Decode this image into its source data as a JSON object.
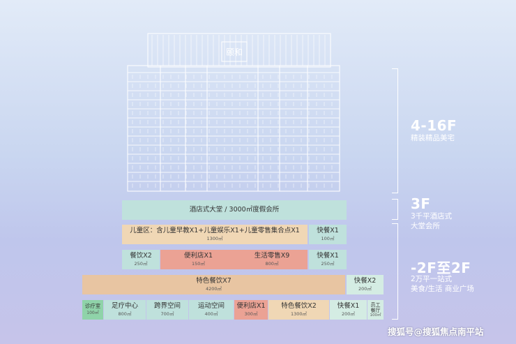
{
  "building": {
    "brand": "颐和"
  },
  "floors": [
    {
      "level": "4-16F",
      "desc": [
        "精装精品美宅"
      ]
    },
    {
      "level": "3F",
      "desc": [
        "3千平酒店式",
        "大堂会所"
      ]
    },
    {
      "level": "-2F至2F",
      "desc": [
        "2万平一站式",
        "美食/生活 商业广场"
      ]
    }
  ],
  "rows": [
    [
      {
        "title": "酒店式大堂 / 3000㎡度假会所",
        "area": "",
        "color": "#bfe1dc"
      }
    ],
    [
      {
        "title": "儿童区：含儿童早教X1+儿童娱乐X1+儿童零售集合点X1",
        "area": "1300㎡",
        "color": "#f0d7b5"
      },
      {
        "title": "快餐X1",
        "area": "100㎡",
        "color": "#bfe1dc"
      }
    ],
    [
      {
        "title": "餐饮X2",
        "area": "250㎡",
        "color": "#bfe1dc"
      },
      {
        "title": "便利店X1",
        "area": "150㎡",
        "color": "#eba294"
      },
      {
        "title": "生活零售X9",
        "area": "800㎡",
        "color": "#eba294"
      },
      {
        "title": "快餐X1",
        "area": "250㎡",
        "color": "#bfe1dc"
      }
    ],
    [
      {
        "title": "特色餐饮X7",
        "area": "4200㎡",
        "color": "#e8c5a2"
      },
      {
        "title": "快餐X2",
        "area": "200㎡",
        "color": "#d4ece3"
      }
    ],
    [
      {
        "title": "诊疗室",
        "area": "100㎡",
        "color": "#8fd3a9"
      },
      {
        "title": "足疗中心",
        "area": "800㎡",
        "color": "#bfe1dc"
      },
      {
        "title": "跨界空间",
        "area": "700㎡",
        "color": "#bfe1dc"
      },
      {
        "title": "运动空间",
        "area": "400㎡",
        "color": "#bfe1dc"
      },
      {
        "title": "便利店X1",
        "area": "300㎡",
        "color": "#eba294"
      },
      {
        "title": "特色餐饮X2",
        "area": "1300㎡",
        "color": "#f0d7b5"
      },
      {
        "title": "快餐X1",
        "area": "200㎡",
        "color": "#d4ece3"
      },
      {
        "title": "员工餐厅",
        "area": "100㎡",
        "color": "#d4ece3"
      }
    ]
  ],
  "watermark": "搜狐号@搜狐焦点南平站"
}
